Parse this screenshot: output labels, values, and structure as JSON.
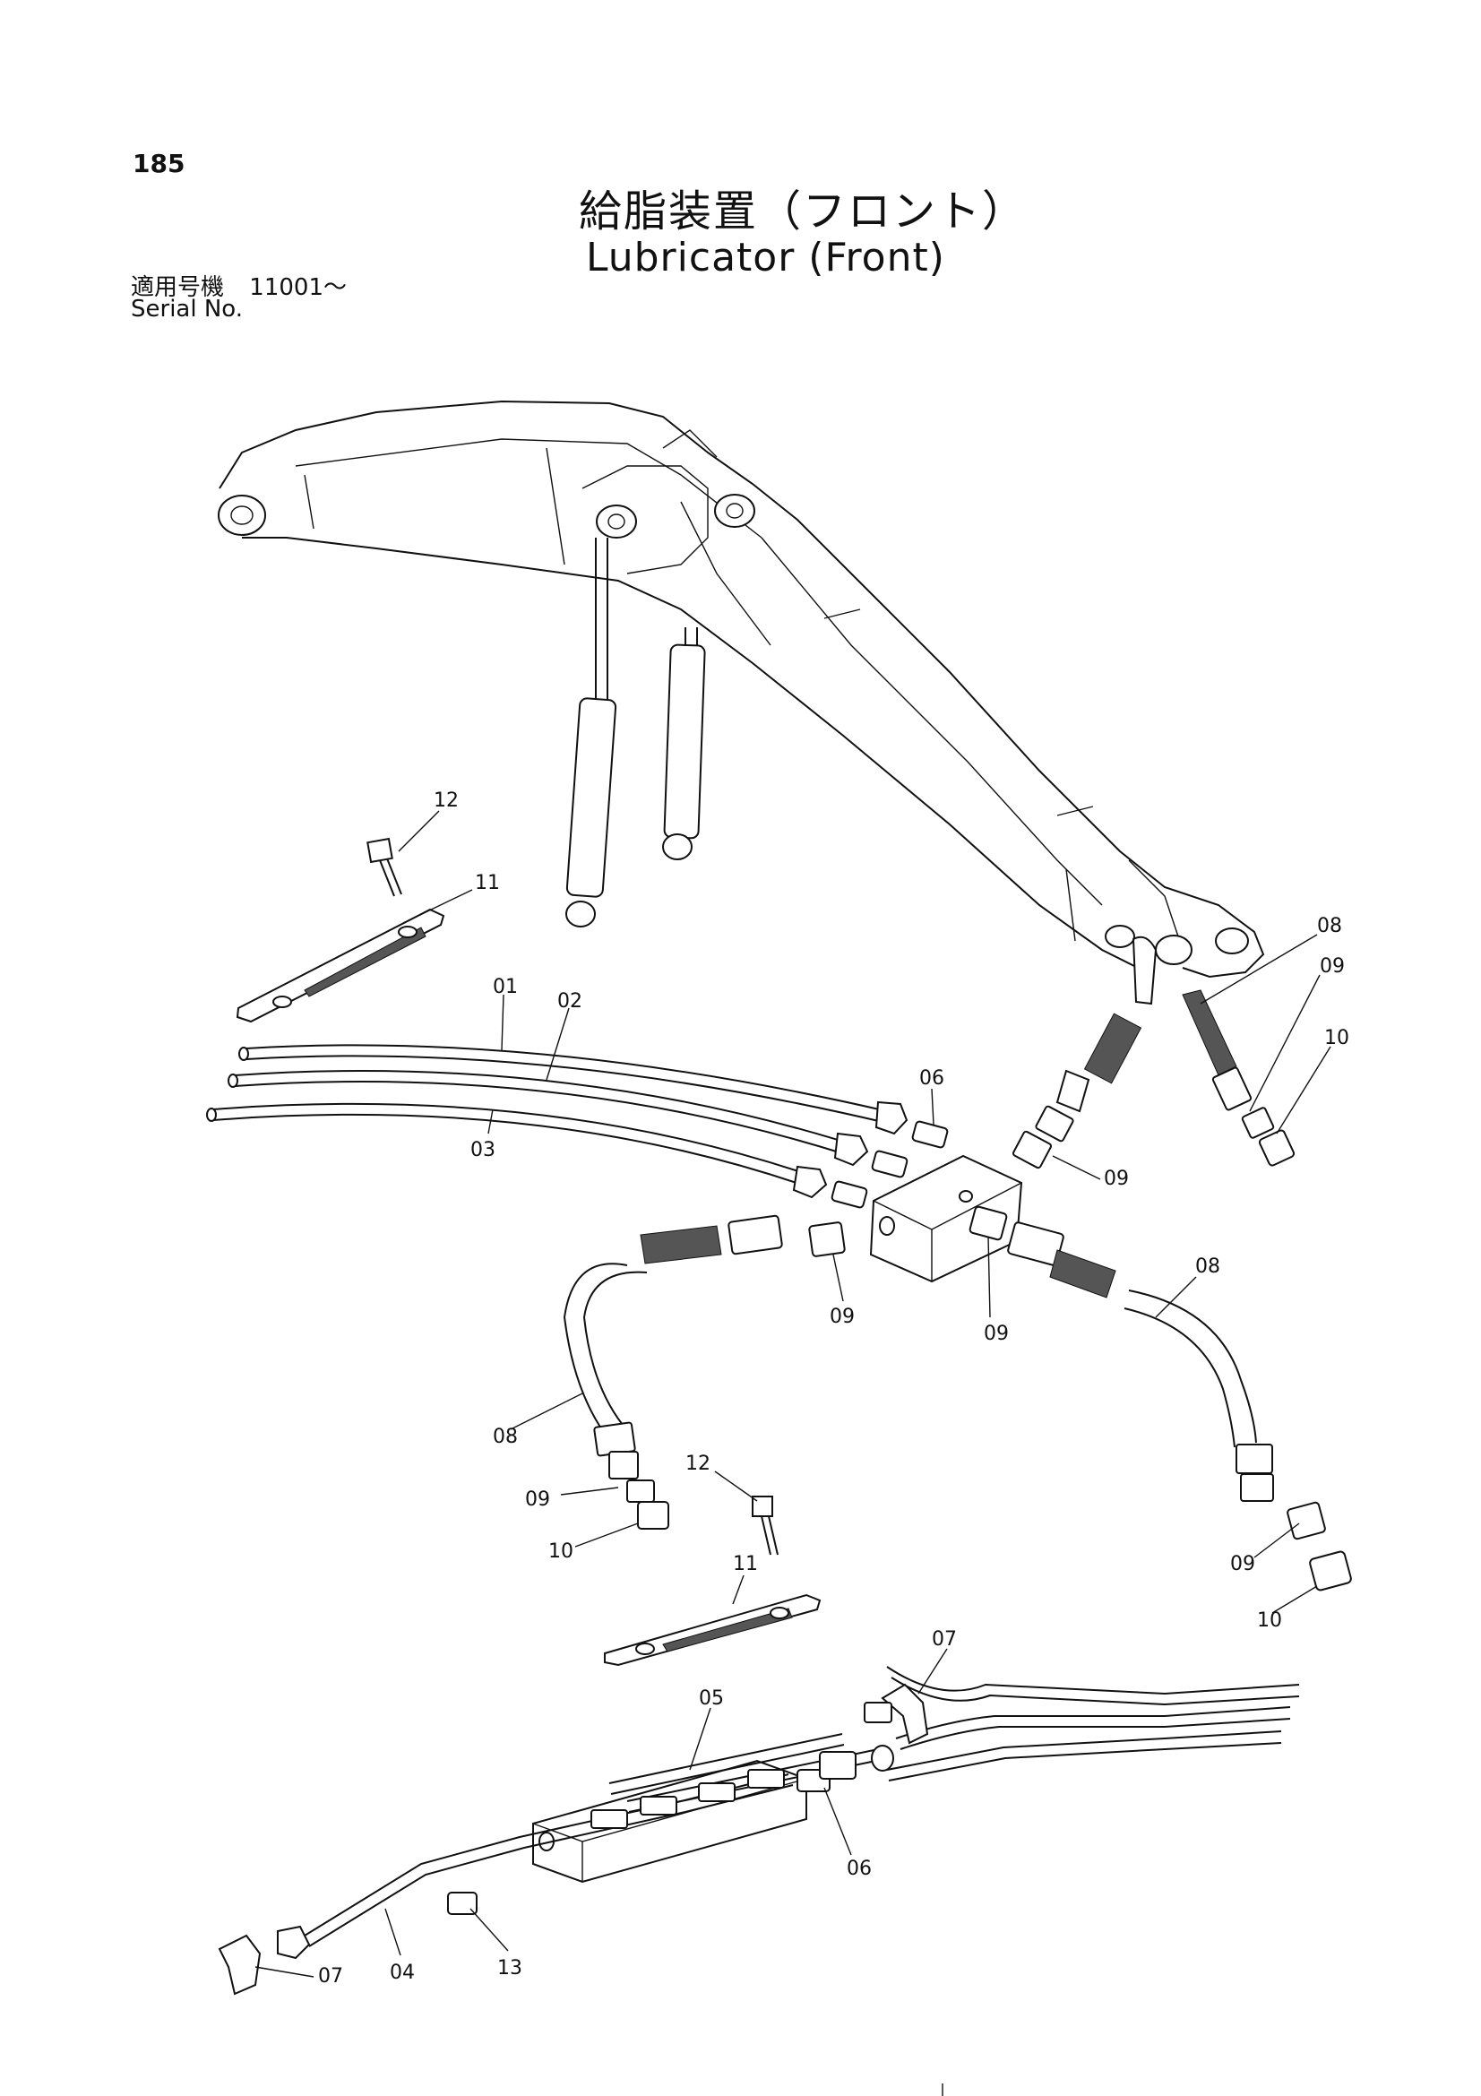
{
  "header": {
    "page_number": "185",
    "title_jp": "給脂装置（フロント）",
    "title_en": "Lubricator (Front)",
    "serial_label_jp": "適用号機",
    "serial_range": "11001～",
    "serial_label_en": "Serial No."
  },
  "callouts": [
    {
      "id": "c12a",
      "text": "12"
    },
    {
      "id": "c11a",
      "text": "11"
    },
    {
      "id": "c01",
      "text": "01"
    },
    {
      "id": "c02",
      "text": "02"
    },
    {
      "id": "c03",
      "text": "03"
    },
    {
      "id": "c06a",
      "text": "06"
    },
    {
      "id": "c08a",
      "text": "08"
    },
    {
      "id": "c09a",
      "text": "09"
    },
    {
      "id": "c10a",
      "text": "10"
    },
    {
      "id": "c09b",
      "text": "09"
    },
    {
      "id": "c09c",
      "text": "09"
    },
    {
      "id": "c09d",
      "text": "09"
    },
    {
      "id": "c08b",
      "text": "08"
    },
    {
      "id": "c08c",
      "text": "08"
    },
    {
      "id": "c09e",
      "text": "09"
    },
    {
      "id": "c10b",
      "text": "10"
    },
    {
      "id": "c12b",
      "text": "12"
    },
    {
      "id": "c11b",
      "text": "11"
    },
    {
      "id": "c09f",
      "text": "09"
    },
    {
      "id": "c10c",
      "text": "10"
    },
    {
      "id": "c07a",
      "text": "07"
    },
    {
      "id": "c05",
      "text": "05"
    },
    {
      "id": "c06b",
      "text": "06"
    },
    {
      "id": "c07b",
      "text": "07"
    },
    {
      "id": "c04",
      "text": "04"
    },
    {
      "id": "c13",
      "text": "13"
    }
  ]
}
